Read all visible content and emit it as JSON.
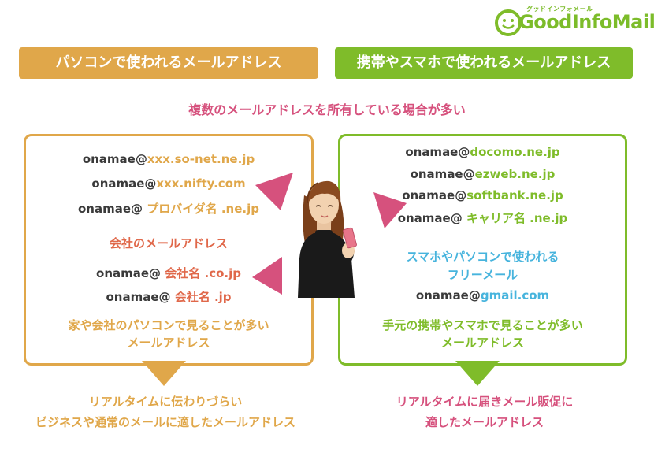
{
  "logo": {
    "subtitle": "グッドインフォメール",
    "name": "GoodInfoMail"
  },
  "header": {
    "left": "パソコンで使われるメールアドレス",
    "right": "携帯やスマホで使われるメールアドレス"
  },
  "common": "複数のメールアドレスを所有している場合が多い",
  "left": {
    "addresses": [
      {
        "user": "onamae@",
        "domain": "xxx.so-net.ne.jp"
      },
      {
        "user": "onamae@",
        "domain": "xxx.nifty.com"
      },
      {
        "user": "onamae@",
        "domain": " プロバイダ名 .ne.jp"
      }
    ],
    "company_heading": "会社のメールアドレス",
    "company_addresses": [
      {
        "user": "onamae@",
        "domain": " 会社名 .co.jp"
      },
      {
        "user": "onamae@",
        "domain": " 会社名 .jp"
      }
    ],
    "caption_lines": [
      "家や会社のパソコンで見ることが多い",
      "メールアドレス"
    ],
    "bottom_lines": [
      "リアルタイムに伝わりづらい",
      "ビジネスや通常のメールに適したメールアドレス"
    ]
  },
  "right": {
    "addresses": [
      {
        "user": "onamae@",
        "domain": "docomo.ne.jp"
      },
      {
        "user": "onamae@",
        "domain": "ezweb.ne.jp"
      },
      {
        "user": "onamae@",
        "domain": "softbank.ne.jp"
      },
      {
        "user": "onamae@",
        "domain": " キャリア名 .ne.jp"
      }
    ],
    "free_heading_lines": [
      "スマホやパソコンで使われる",
      "フリーメール"
    ],
    "free_address": {
      "user": "onamae@",
      "domain": "gmail.com"
    },
    "caption_lines": [
      "手元の携帯やスマホで見ることが多い",
      "メールアドレス"
    ],
    "bottom_lines": [
      "リアルタイムに届きメール販促に",
      "適したメールアドレス"
    ]
  },
  "colors": {
    "pc_orange": "#e0a74a",
    "mobile_green": "#7fbc2a",
    "pink": "#d6517d",
    "red_orange": "#e0684a",
    "blue": "#47b4dd"
  },
  "icons": [
    "smile-logo-icon",
    "woman-with-phone-illustration"
  ]
}
